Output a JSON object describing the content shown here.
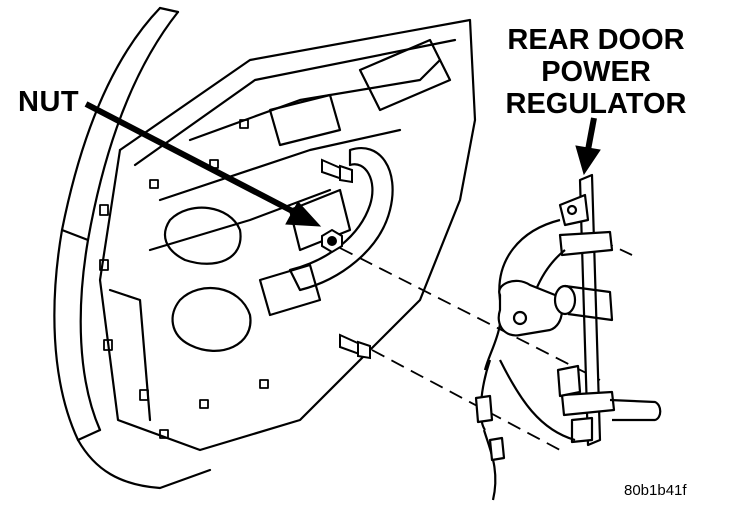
{
  "labels": {
    "nut": "NUT",
    "regulator_line1": "REAR DOOR",
    "regulator_line2": "POWER",
    "regulator_line3": "REGULATOR",
    "figure_code": "80b1b41f"
  },
  "colors": {
    "ink": "#000000",
    "paper": "#ffffff",
    "shade": "#d8d8d8"
  }
}
